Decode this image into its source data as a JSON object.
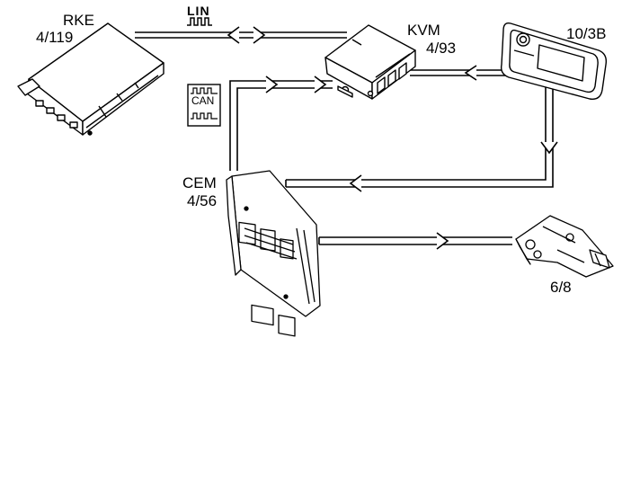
{
  "components": {
    "rke": {
      "name": "RKE",
      "code": "4/119"
    },
    "kvm": {
      "name": "KVM",
      "code": "4/93"
    },
    "handle": {
      "code": "10/3B"
    },
    "cem": {
      "name": "CEM",
      "code": "4/56"
    },
    "lock": {
      "code": "6/8"
    }
  },
  "buses": {
    "lin": "LIN",
    "can": "CAN"
  },
  "colors": {
    "ink": "#000000",
    "paper": "#ffffff"
  }
}
